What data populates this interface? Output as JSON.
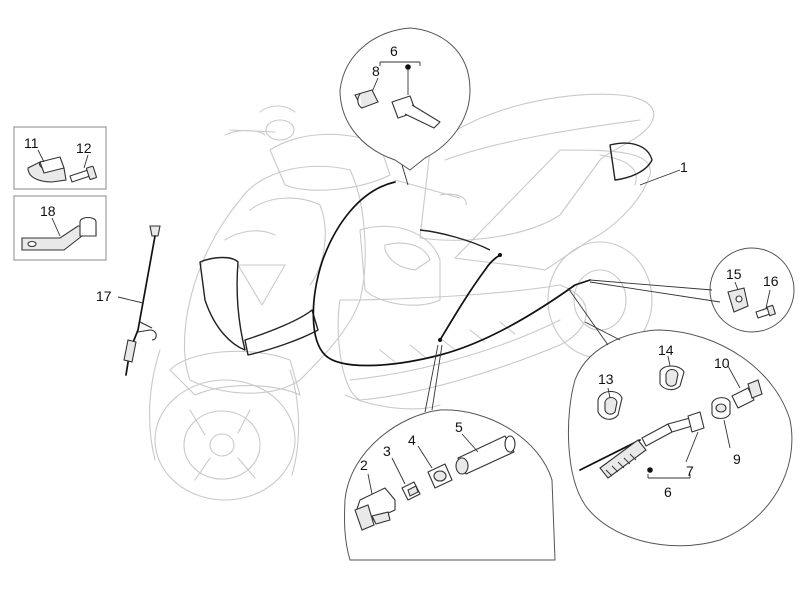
{
  "callouts": {
    "c1": "1",
    "c2": "2",
    "c3": "3",
    "c4": "4",
    "c5": "5",
    "c6_top": "6",
    "c6_bottom": "6",
    "c7": "7",
    "c8": "8",
    "c9": "9",
    "c10": "10",
    "c11": "11",
    "c12": "12",
    "c13": "13",
    "c14": "14",
    "c15": "15",
    "c16": "16",
    "c17": "17",
    "c18": "18"
  },
  "colors": {
    "ghost_lines": "#c9c9c9",
    "cable": "#111111",
    "callout_text": "#111111"
  }
}
